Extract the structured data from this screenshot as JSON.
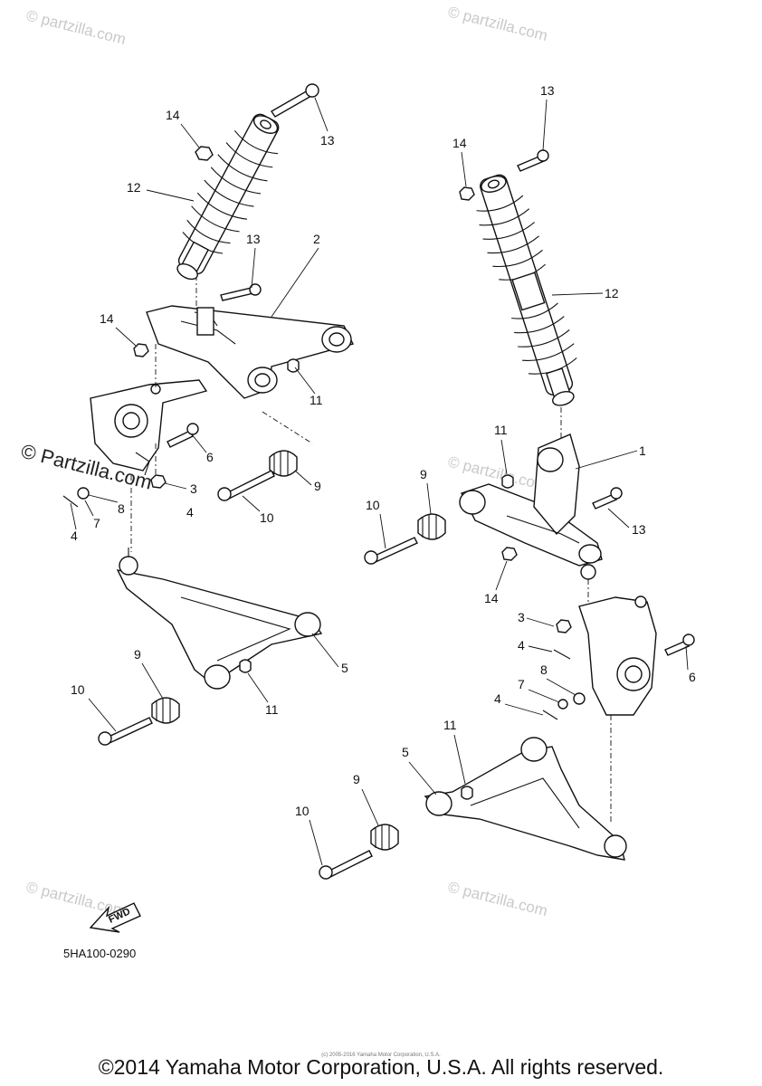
{
  "diagram_code": "5HA100-0290",
  "fwd_label": "FWD",
  "watermark": "© Partzilla.com",
  "watermark_small": "© partzilla.com",
  "copyright": "©2014 Yamaha Motor Corporation, U.S.A. All rights reserved.",
  "tiny_credit": "(c) 2005-2016 Yamaha Motor Corporation, U.S.A.",
  "callouts": {
    "c14a": "14",
    "c13a": "13",
    "c12a": "12",
    "c13b": "13",
    "c2": "2",
    "c14b": "14",
    "c11a": "11",
    "c6a": "6",
    "c3a": "3",
    "c4a": "4",
    "c9a": "9",
    "c10a": "10",
    "c8a": "8",
    "c7a": "7",
    "c4b": "4",
    "c5a": "5",
    "c9b": "9",
    "c10b": "10",
    "c11b": "11",
    "c13c": "13",
    "c14c": "14",
    "c12b": "12",
    "c1": "1",
    "c11c": "11",
    "c9c": "9",
    "c10c": "10",
    "c13d": "13",
    "c14d": "14",
    "c3b": "3",
    "c4c": "4",
    "c8b": "8",
    "c7b": "7",
    "c6b": "6",
    "c4d": "4",
    "c11d": "11",
    "c5b": "5",
    "c9d": "9",
    "c10d": "10"
  }
}
